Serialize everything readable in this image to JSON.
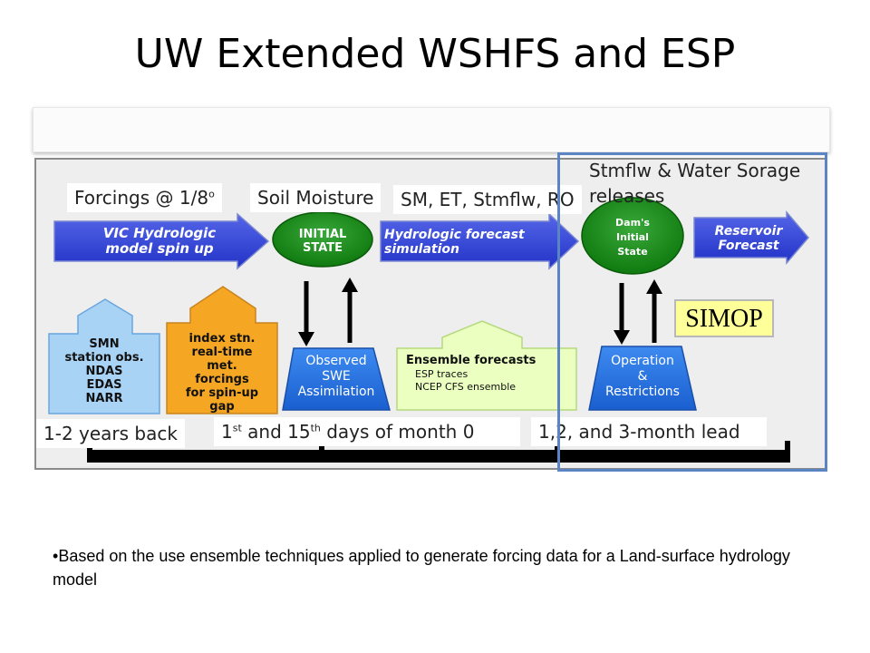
{
  "title": "UW Extended WSHFS and ESP",
  "labels": {
    "forcings": "Forcings @ 1/8",
    "forcings_sup": "o",
    "soil_moisture": "Soil Moisture",
    "sm_et": "SM, ET, Stmflw, RO",
    "stmflw_line1": "Stmflw & Water Sorage",
    "stmflw_line2": "releases",
    "years_back": "1-2 years back",
    "days_1": "1",
    "days_1_sup": "st",
    "days_and": " and 15",
    "days_15_sup": "th",
    "days_rest": " days of month 0",
    "lead": "1,2, and 3-month lead"
  },
  "arrows": {
    "vic_line1": "VIC Hydrologic",
    "vic_line2": "model spin up",
    "hfs_line1": "Hydrologic forecast",
    "hfs_line2": "simulation",
    "res_line1": "Reservoir",
    "res_line2": "Forecast"
  },
  "ovals": {
    "initial_line1": "INITIAL",
    "initial_line2": "STATE",
    "dam_line1": "Dam's",
    "dam_line2": "Initial",
    "dam_line3": "State"
  },
  "up_boxes": {
    "smn": [
      "SMN",
      "station obs.",
      "NDAS",
      "EDAS",
      "NARR"
    ],
    "index": [
      "index stn.",
      "real-time",
      "met.",
      "forcings",
      "for spin-up",
      "gap"
    ],
    "ensemble_title": "Ensemble forecasts",
    "ensemble_items": [
      "ESP traces",
      "NCEP CFS ensemble"
    ]
  },
  "trapezoids": {
    "swe": [
      "Observed",
      "SWE",
      "Assimilation"
    ],
    "ops": [
      "Operation",
      "&",
      "Restrictions"
    ]
  },
  "simop": "SIMOP",
  "bullet": "Based on the use ensemble techniques applied to generate forcing data for a Land-surface hydrology model",
  "colors": {
    "arrow_blue": "#3b4fd8",
    "oval_green": "#1a8c1a",
    "smn_fill": "#a9d3f5",
    "index_fill": "#f5a623",
    "ensemble_fill": "#eaffc0",
    "trap_blue": "#2a6fdc",
    "highlight": "#5b84c4"
  }
}
